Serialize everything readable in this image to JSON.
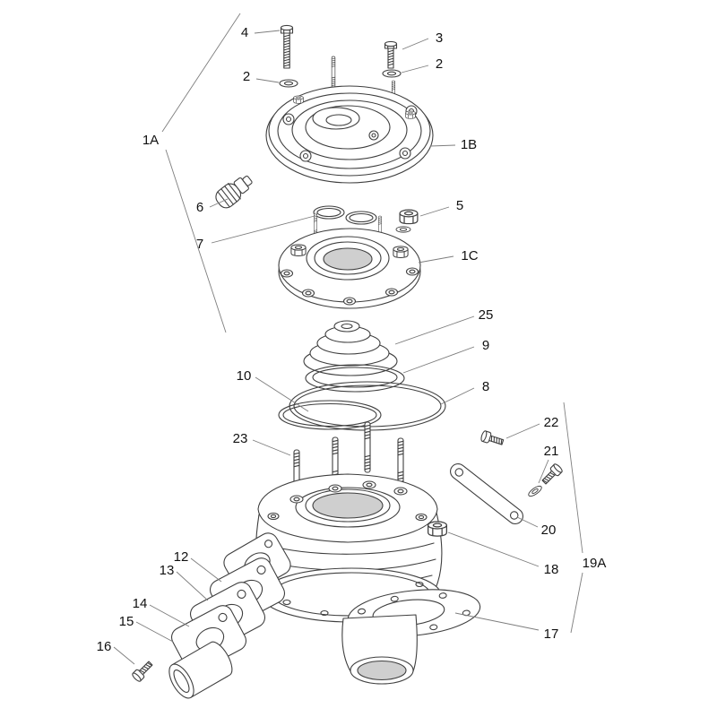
{
  "theme": {
    "background": "#ffffff",
    "ink": "#3f3f3f",
    "leader": "#7d7d7d",
    "label": "#111111",
    "shade": "#cfcfcf"
  },
  "diagram": {
    "type": "exploded-parts-diagram",
    "callouts": [
      {
        "label": "4",
        "part": "long-bolt"
      },
      {
        "label": "3",
        "part": "short-bolt"
      },
      {
        "label": "2",
        "part": "washer"
      },
      {
        "label": "2",
        "part": "washer"
      },
      {
        "label": "1A",
        "part": "head-assembly-group"
      },
      {
        "label": "1B",
        "part": "cylinder-head-cover"
      },
      {
        "label": "6",
        "part": "threaded-plug"
      },
      {
        "label": "5",
        "part": "hex-nut"
      },
      {
        "label": "7",
        "part": "o-ring-pair"
      },
      {
        "label": "1C",
        "part": "inner-head"
      },
      {
        "label": "25",
        "part": "combustion-insert"
      },
      {
        "label": "9",
        "part": "insert-ring"
      },
      {
        "label": "10",
        "part": "large-o-ring"
      },
      {
        "label": "8",
        "part": "outer-o-ring"
      },
      {
        "label": "22",
        "part": "small-screw"
      },
      {
        "label": "21",
        "part": "screw-and-washer"
      },
      {
        "label": "23",
        "part": "cylinder-stud"
      },
      {
        "label": "20",
        "part": "strap-bracket"
      },
      {
        "label": "18",
        "part": "flange-nut"
      },
      {
        "label": "19A",
        "part": "cylinder-assembly-group"
      },
      {
        "label": "12",
        "part": "exhaust-gasket"
      },
      {
        "label": "13",
        "part": "exhaust-gasket"
      },
      {
        "label": "14",
        "part": "exhaust-gasket"
      },
      {
        "label": "15",
        "part": "exhaust-spacer"
      },
      {
        "label": "16",
        "part": "exhaust-bolt"
      },
      {
        "label": "17",
        "part": "cylinder-base-gasket"
      }
    ]
  }
}
